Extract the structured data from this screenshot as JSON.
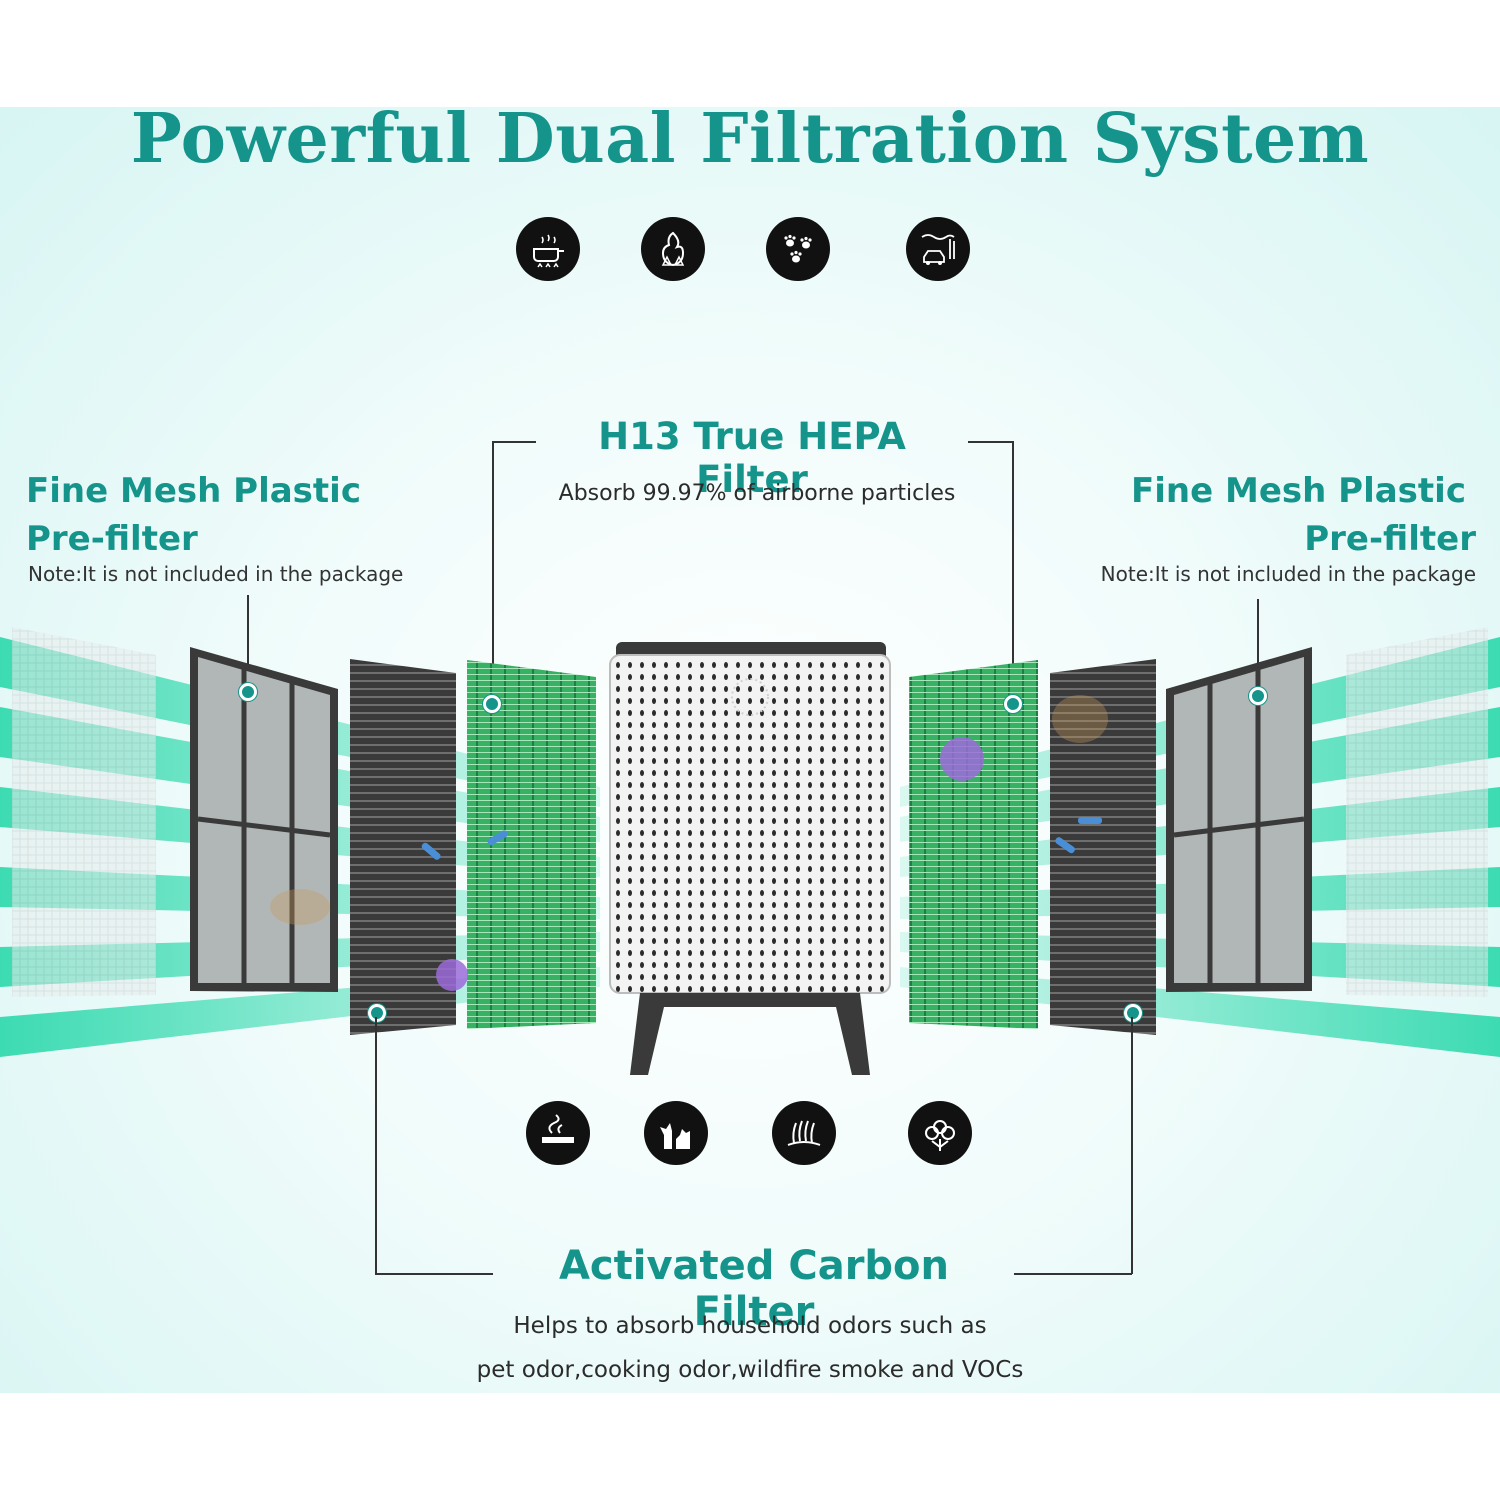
{
  "title": "Powerful Dual Filtration System",
  "hepa": {
    "heading": "H13 True HEPA Filter",
    "desc": "Absorb 99.97% of airborne particles"
  },
  "prefilter_left": {
    "heading_line1": "Fine Mesh Plastic",
    "heading_line2": "Pre-filter",
    "note": "Note:It is not included in the package"
  },
  "prefilter_right": {
    "heading_line1": "Fine Mesh Plastic",
    "heading_line2": "Pre-filter",
    "note": "Note:It is not included in the package"
  },
  "carbon": {
    "heading": "Activated Carbon Filter",
    "desc_line1": "Helps to absorb household odors such as",
    "desc_line2": "pet odor,cooking odor,wildfire smoke and VOCs"
  },
  "top_icons": [
    "cooking-pot-icon",
    "wildfire-icon",
    "paw-prints-icon",
    "car-exhaust-icon"
  ],
  "bottom_icons": [
    "smoking-icon",
    "pet-dander-icon",
    "hair-icon",
    "cotton-pollen-icon"
  ],
  "colors": {
    "accent": "#14948a",
    "airflow": "#1fd6a6",
    "hepa_green": "#3cb86a",
    "carbon_dark": "#2e2e2e"
  }
}
